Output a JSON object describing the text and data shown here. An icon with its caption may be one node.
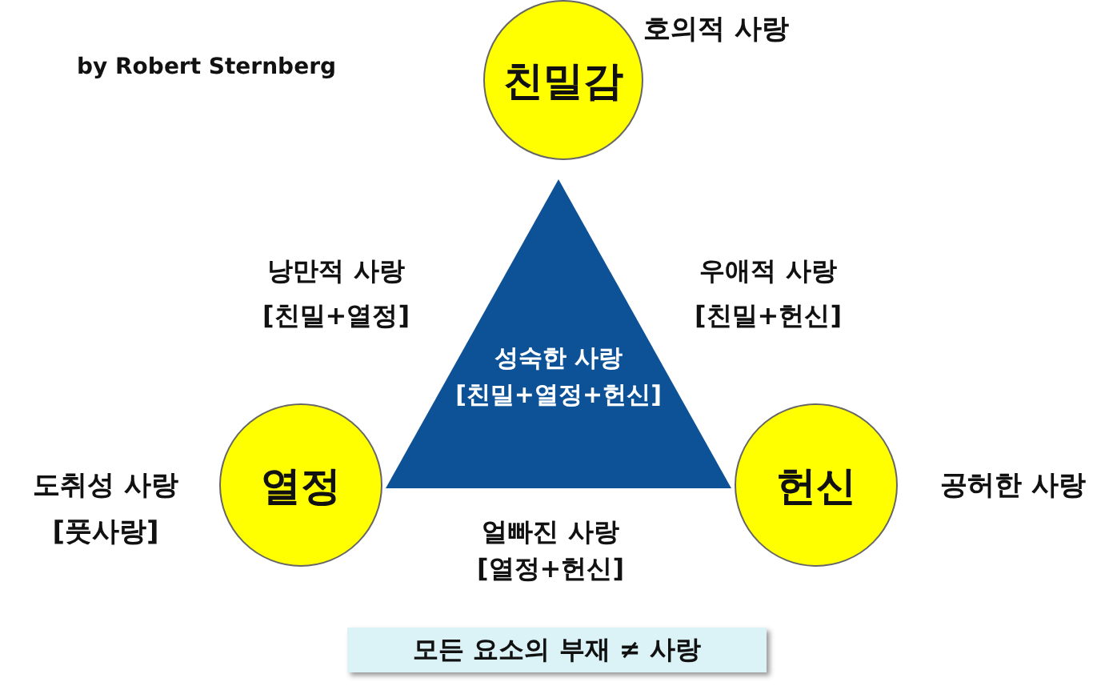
{
  "diagram": {
    "nodes": [
      {
        "text": [
          "친밀감"
        ],
        "beside": [
          "호의적 사랑"
        ]
      },
      {
        "text": [
          "성숙한 사랑",
          "[친밀+열정+헌신]"
        ]
      },
      {
        "text": [
          "열정"
        ],
        "beside": [
          "도취성 사랑",
          "[풋사랑]"
        ]
      },
      {
        "text": [
          "헌신"
        ],
        "beside": [
          "공허한 사랑"
        ]
      },
      {
        "text": [
          "모든 요소의 부재 ≠ 사랑"
        ]
      }
    ],
    "edges": [],
    "labels": [
      "by Robert Sternberg",
      "낭만적 사랑",
      "[친밀+열정]",
      "우애적 사랑",
      "[친밀+헌신]",
      "얼빠진 사랑",
      "[열정+헌신]"
    ]
  }
}
